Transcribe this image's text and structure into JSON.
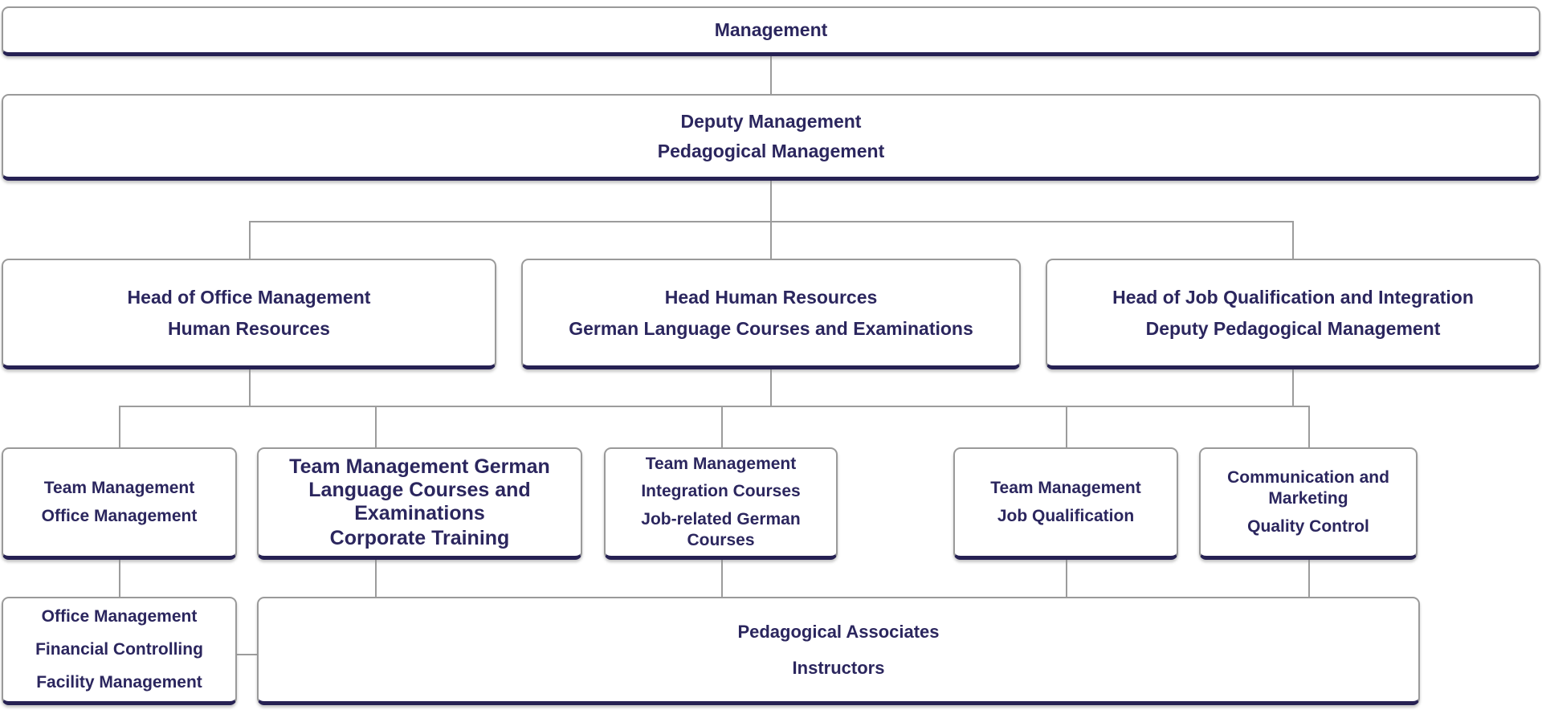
{
  "title": "Organizational Chart",
  "colors": {
    "background": "#FFFFFF",
    "box_fill": "#FFFFFF",
    "box_border_gray": "#9A9A9A",
    "accent_navy": "#262153",
    "text_navy": "#2B265E",
    "connector_gray": "#9C9C9C"
  },
  "org": {
    "nodes": [
      {
        "id": "management",
        "lines": [
          "Management"
        ]
      },
      {
        "id": "deputy-management",
        "lines": [
          "Deputy Management",
          "Pedagogical Management"
        ]
      },
      {
        "id": "head-office-management",
        "lines": [
          "Head of Office Management",
          "Human Resources"
        ]
      },
      {
        "id": "head-human-resources",
        "lines": [
          "Head Human Resources",
          "German Language Courses and Examinations"
        ]
      },
      {
        "id": "head-job-qualification",
        "lines": [
          "Head of Job Qualification and Integration",
          "Deputy Pedagogical Management"
        ]
      },
      {
        "id": "team-office-management",
        "lines": [
          "Team Management",
          "Office Management"
        ]
      },
      {
        "id": "team-german-language-courses",
        "lines": [
          "Team Management German Language Courses and Examinations",
          "Corporate Training"
        ]
      },
      {
        "id": "team-integration-courses",
        "lines": [
          "Team Management",
          "Integration Courses",
          "Job-related German Courses"
        ]
      },
      {
        "id": "team-job-qualification",
        "lines": [
          "Team Management",
          "Job Qualification"
        ]
      },
      {
        "id": "communication-marketing",
        "lines": [
          "Communication and Marketing",
          "Quality Control"
        ]
      },
      {
        "id": "office-financial-facility",
        "lines": [
          "Office Management",
          "Financial Controlling",
          "Facility Management"
        ]
      },
      {
        "id": "pedagogical-associates",
        "lines": [
          "Pedagogical Associates",
          "Instructors"
        ]
      }
    ]
  }
}
